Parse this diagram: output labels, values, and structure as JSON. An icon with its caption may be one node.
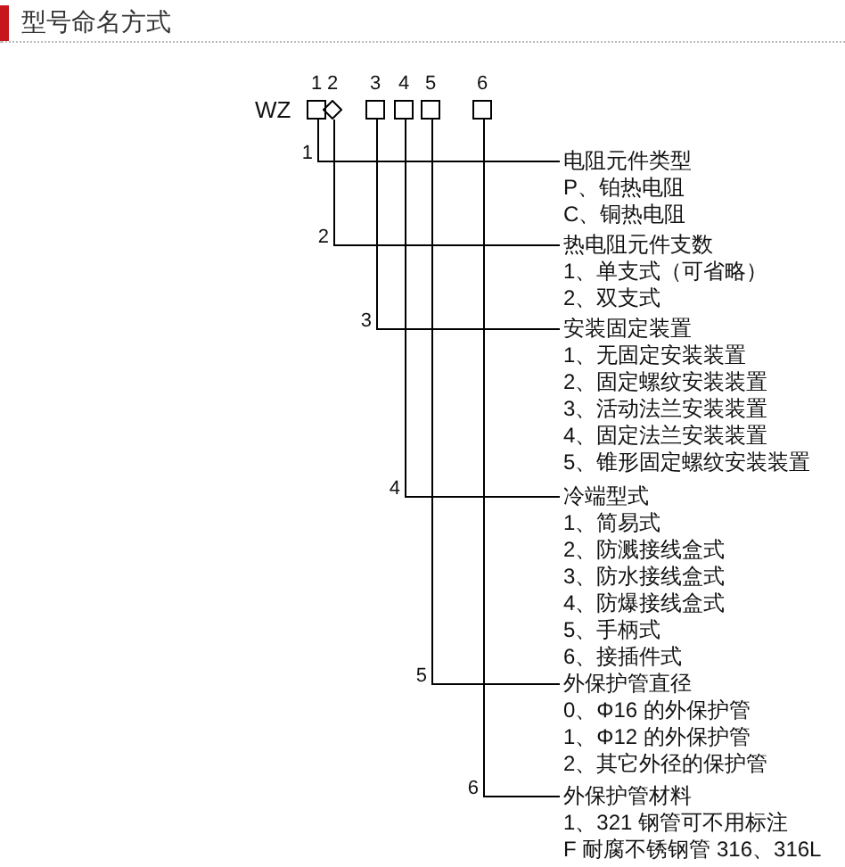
{
  "diagram": {
    "title": "型号命名方式",
    "nodes": [
      {
        "text": [],
        "shape": "box"
      },
      {
        "text": [],
        "shape": "diamond"
      },
      {
        "text": [],
        "shape": "box"
      },
      {
        "text": [],
        "shape": "box"
      },
      {
        "text": [],
        "shape": "box"
      },
      {
        "text": [],
        "shape": "box"
      },
      {
        "text": [
          "电阻元件类型",
          "P、铂热电阻",
          "C、铜热电阻"
        ]
      },
      {
        "text": [
          "热电阻元件支数",
          "1、单支式（可省略）",
          "2、双支式"
        ]
      },
      {
        "text": [
          "安装固定装置",
          "1、无固定安装装置",
          "2、固定螺纹安装装置",
          "3、活动法兰安装装置",
          "4、固定法兰安装装置",
          "5、锥形固定螺纹安装装置"
        ]
      },
      {
        "text": [
          "冷端型式",
          "1、简易式",
          "2、防溅接线盒式",
          "3、防水接线盒式",
          "4、防爆接线盒式",
          "5、手柄式",
          "6、接插件式"
        ]
      },
      {
        "text": [
          "外保护管直径",
          "0、Φ16 的外保护管",
          "1、Φ12 的外保护管",
          "2、其它外径的保护管"
        ]
      },
      {
        "text": [
          "外保护管材料",
          "1、321 钢管可不用标注",
          "F 耐腐不锈钢管 316、316L"
        ]
      }
    ],
    "edges": [
      {
        "from": 0,
        "to": 6,
        "arrow": "none",
        "label": "1"
      },
      {
        "from": 1,
        "to": 7,
        "arrow": "none",
        "label": "2"
      },
      {
        "from": 2,
        "to": 8,
        "arrow": "none",
        "label": "3"
      },
      {
        "from": 3,
        "to": 9,
        "arrow": "none",
        "label": "4"
      },
      {
        "from": 4,
        "to": 10,
        "arrow": "none",
        "label": "5"
      },
      {
        "from": 5,
        "to": 11,
        "arrow": "none",
        "label": "6"
      }
    ],
    "labels": [
      "WZ",
      "1",
      "2",
      "3",
      "4",
      "5",
      "6"
    ]
  }
}
